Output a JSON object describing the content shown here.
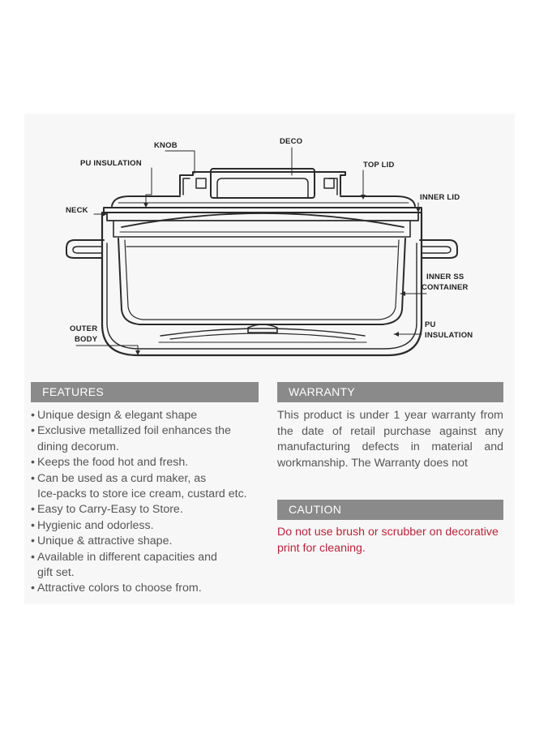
{
  "diagram": {
    "labels": {
      "knob": "KNOB",
      "deco": "DECO",
      "pu_insulation_top": "PU INSULATION",
      "top_lid": "TOP LID",
      "inner_lid": "INNER LID",
      "neck": "NECK",
      "inner_ss_line1": "INNER SS",
      "inner_ss_line2": "CONTAINER",
      "outer_body_line1": "OUTER",
      "outer_body_line2": "BODY",
      "pu_insulation_bottom_line1": "PU",
      "pu_insulation_bottom_line2": "INSULATION"
    }
  },
  "features": {
    "heading": "FEATURES",
    "items": [
      [
        "Unique design & elegant shape"
      ],
      [
        "Exclusive metallized foil enhances the",
        "dining decorum."
      ],
      [
        "Keeps the food hot and fresh."
      ],
      [
        "Can be used as a curd maker, as",
        "Ice-packs to store ice cream, custard etc."
      ],
      [
        "Easy to Carry-Easy to Store."
      ],
      [
        "Hygienic and odorless."
      ],
      [
        "Unique & attractive shape."
      ],
      [
        "Available in different capacities and",
        "gift set."
      ],
      [
        "Attractive colors to choose from."
      ]
    ]
  },
  "warranty": {
    "heading": "WARRANTY",
    "text": "This product is under 1 year warranty from the date of retail purchase against any manufacturing defects in material and workmanship. The Warranty does not"
  },
  "caution": {
    "heading": "CAUTION",
    "text": "Do not use brush or scrubber on decorative print for cleaning."
  },
  "colors": {
    "bar": "#8a8a8a",
    "caution_text": "#b8243a",
    "body_text": "#555555"
  }
}
